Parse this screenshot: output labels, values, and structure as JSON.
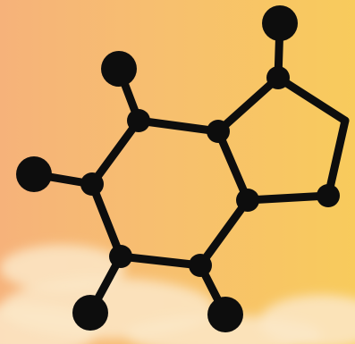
{
  "molecule": {
    "ink_color": "#0d0d0d",
    "background_colors": [
      "#f6b27a",
      "#f7bf6f",
      "#f8cb5c"
    ],
    "cloud_color": "#fbe7c8",
    "atoms": [
      {
        "id": "a1",
        "type": "vertex"
      },
      {
        "id": "a2",
        "type": "vertex"
      },
      {
        "id": "a3",
        "type": "vertex"
      },
      {
        "id": "a4",
        "type": "vertex"
      },
      {
        "id": "a5",
        "type": "vertex"
      },
      {
        "id": "a6",
        "type": "vertex"
      },
      {
        "id": "a7",
        "type": "vertex"
      },
      {
        "id": "a8",
        "type": "vertex"
      },
      {
        "id": "a9",
        "type": "vertex"
      },
      {
        "id": "t1",
        "type": "terminal"
      },
      {
        "id": "t2",
        "type": "terminal"
      },
      {
        "id": "t3",
        "type": "terminal"
      },
      {
        "id": "t4",
        "type": "terminal"
      },
      {
        "id": "t5",
        "type": "terminal"
      }
    ],
    "bonds": [
      [
        "a1",
        "a2"
      ],
      [
        "a2",
        "a3"
      ],
      [
        "a3",
        "a4"
      ],
      [
        "a4",
        "a5"
      ],
      [
        "a5",
        "a6"
      ],
      [
        "a6",
        "a1"
      ],
      [
        "a2",
        "a7"
      ],
      [
        "a7",
        "a8"
      ],
      [
        "a8",
        "a9"
      ],
      [
        "a9",
        "a3"
      ],
      [
        "a1",
        "t1"
      ],
      [
        "a6",
        "t2"
      ],
      [
        "a5",
        "t3"
      ],
      [
        "a4",
        "t4"
      ],
      [
        "a7",
        "t5"
      ]
    ]
  }
}
